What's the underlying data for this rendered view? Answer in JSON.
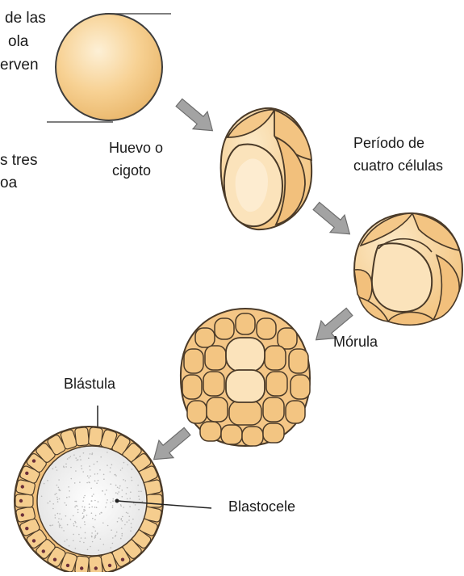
{
  "cut_text": {
    "line1": "de las",
    "line2": "ola",
    "line3": "erven",
    "line4": "s tres",
    "line5": "oa"
  },
  "stages": {
    "zygote": {
      "line1": "Huevo o",
      "line2": "cigoto"
    },
    "four_cell": {
      "line1": "Período de",
      "line2": "cuatro células"
    },
    "morula": {
      "label": "Mórula"
    },
    "blastula": {
      "label": "Blástula"
    },
    "blastocoel": {
      "label": "Blastocele"
    }
  },
  "colors": {
    "cell_fill": "#f7cf8c",
    "cell_light": "#fbe7c2",
    "cell_outline": "#4a3a28",
    "arrow": "#9a9a9a",
    "blastocoel": "#efefef",
    "nucleus": "#6b2f3a"
  }
}
